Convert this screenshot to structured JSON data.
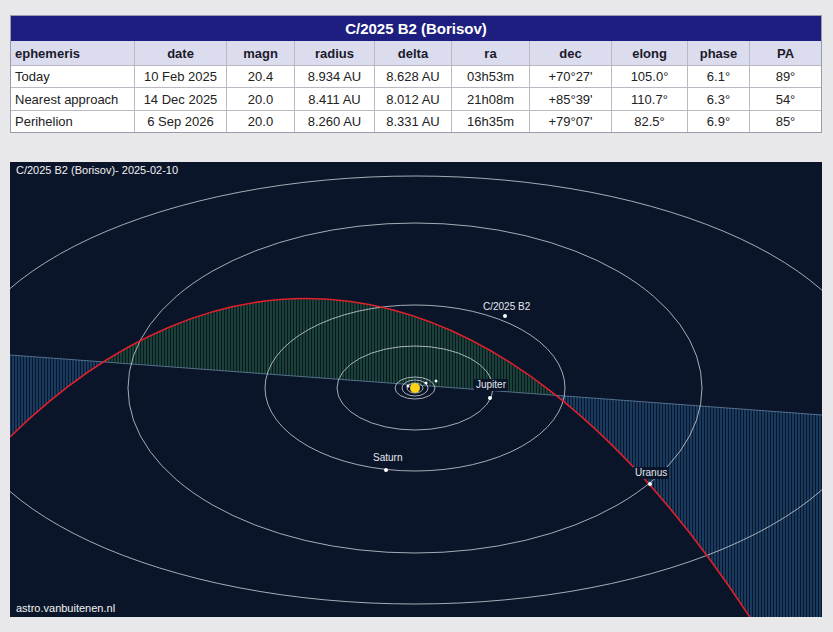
{
  "diagram": {
    "title": "C/2025 B2 (Borisov)",
    "labels": [
      "ephemeris",
      "date",
      "magn",
      "radius",
      "delta",
      "ra",
      "dec",
      "elong",
      "phase",
      "PA",
      "Today",
      "10 Feb 2025",
      "20.4",
      "8.934 AU",
      "8.628 AU",
      "03h53m",
      "+70°27'",
      "105.0°",
      "6.1°",
      "89°",
      "Nearest approach",
      "14 Dec 2025",
      "20.0",
      "8.411 AU",
      "8.012 AU",
      "21h08m",
      "+85°39'",
      "110.7°",
      "6.3°",
      "54°",
      "Perihelion",
      "6 Sep 2026",
      "20.0",
      "8.260 AU",
      "8.331 AU",
      "16h35m",
      "+79°07'",
      "82.5°",
      "6.9°",
      "85°",
      "C/2025 B2 (Borisov)- 2025-02-10",
      "C/2025 B2",
      "Jupiter",
      "Saturn",
      "Uranus",
      "astro.vanbuitenen.nl"
    ]
  }
}
